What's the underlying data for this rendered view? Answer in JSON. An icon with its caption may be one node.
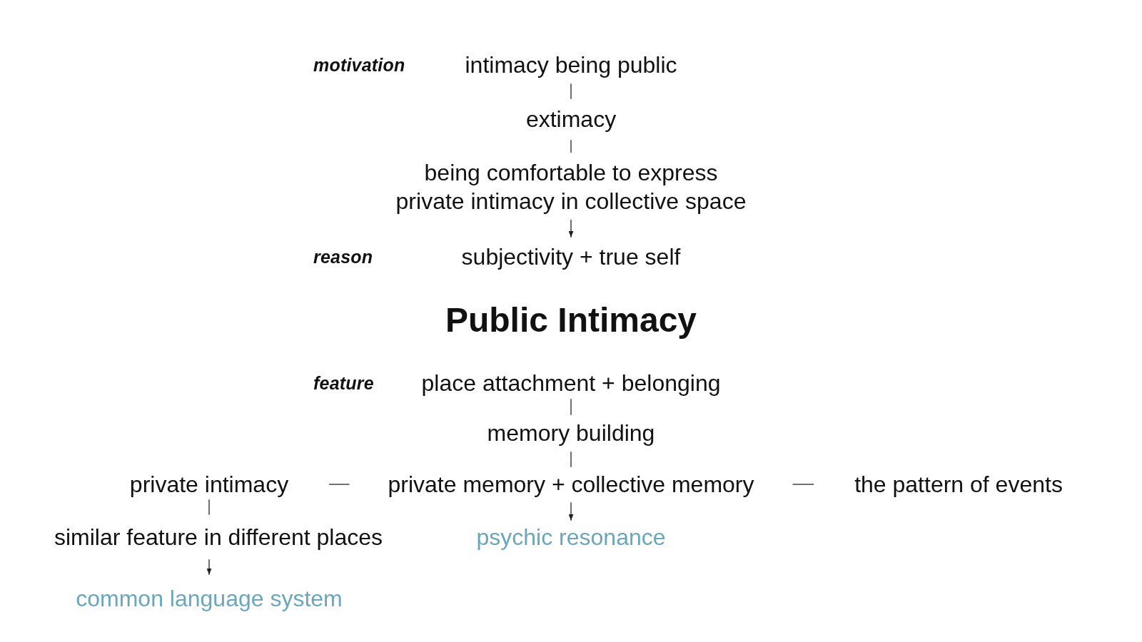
{
  "diagram": {
    "title": "Public Intimacy",
    "nodes": [
      {
        "text": [
          "intimacy being public"
        ]
      },
      {
        "text": [
          "extimacy"
        ]
      },
      {
        "text": [
          "being comfortable to express private intimacy in collective space"
        ]
      },
      {
        "text": [
          "subjectivity + true self"
        ]
      },
      {
        "text": [
          "place attachment + belonging"
        ]
      },
      {
        "text": [
          "memory building"
        ]
      },
      {
        "text": [
          "private intimacy"
        ]
      },
      {
        "text": [
          "private memory + collective memory"
        ]
      },
      {
        "text": [
          "the pattern of events"
        ]
      },
      {
        "text": [
          "similar feature in different places"
        ]
      },
      {
        "text": [
          "psychic resonance"
        ]
      },
      {
        "text": [
          "common language system"
        ]
      }
    ],
    "edges": [
      {
        "from": 0,
        "to": 1,
        "arrow": "none"
      },
      {
        "from": 1,
        "to": 2,
        "arrow": "none"
      },
      {
        "from": 2,
        "to": 3,
        "arrow": "to"
      },
      {
        "from": 4,
        "to": 5,
        "arrow": "none"
      },
      {
        "from": 5,
        "to": 7,
        "arrow": "none"
      },
      {
        "from": 6,
        "to": 7,
        "arrow": "none"
      },
      {
        "from": 7,
        "to": 8,
        "arrow": "none"
      },
      {
        "from": 6,
        "to": 9,
        "arrow": "none"
      },
      {
        "from": 7,
        "to": 10,
        "arrow": "to"
      },
      {
        "from": 9,
        "to": 11,
        "arrow": "to"
      }
    ],
    "labels": [
      "motivation",
      "reason",
      "feature"
    ]
  }
}
